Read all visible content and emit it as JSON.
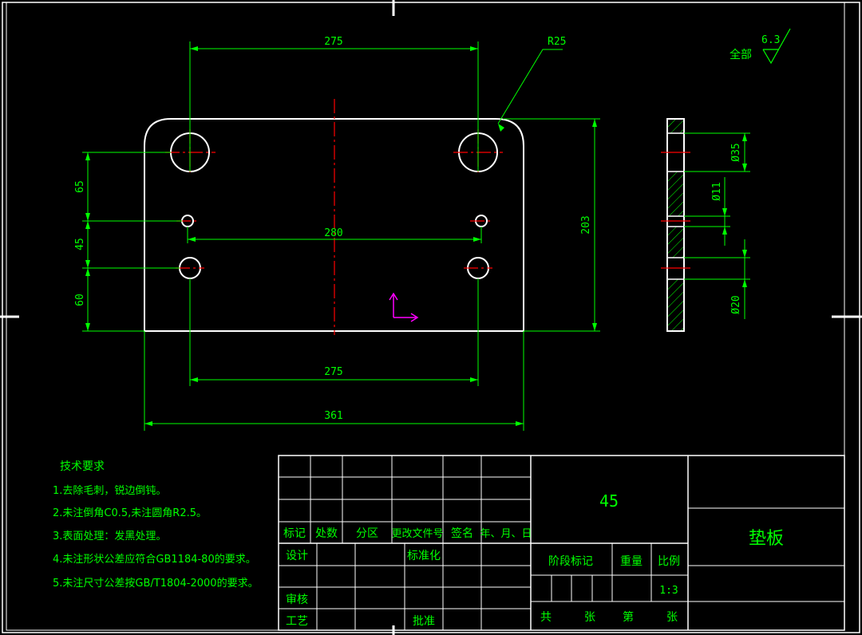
{
  "colors": {
    "background": "#000000",
    "outline": "#ffffff",
    "dimension": "#00ff00",
    "centerline": "#ff0000",
    "axis": "#ff00ff",
    "title_text": "#00ff00"
  },
  "dimensions": {
    "top_hole_spacing": "275",
    "corner_radius": "R25",
    "mid_hole_spacing": "280",
    "bottom_hole_spacing": "275",
    "overall_width": "361",
    "overall_height": "203",
    "left_dim_1": "65",
    "left_dim_2": "45",
    "left_dim_3": "60",
    "section_dia_1": "Ø35",
    "section_dia_2": "Ø11",
    "section_dia_3": "Ø20"
  },
  "surface_finish": {
    "label": "全部",
    "value": "6.3"
  },
  "tech_requirements": {
    "title": "技术要求",
    "items": [
      "1.去除毛刺，锐边倒钝。",
      "2.未注倒角C0.5,未注圆角R2.5。",
      "3.表面处理：发黑处理。",
      "4.未注形状公差应符合GB1184-80的要求。",
      "5.未注尺寸公差按GB/T1804-2000的要求。"
    ]
  },
  "title_block": {
    "material": "45",
    "part_name": "垫板",
    "revision_headers": [
      "标记",
      "处数",
      "分区",
      "更改文件号",
      "签名",
      "年、月、日"
    ],
    "design": "设计",
    "standardization": "标准化",
    "review": "审核",
    "process": "工艺",
    "approve": "批准",
    "stage_mark": "阶段标记",
    "weight": "重量",
    "scale_label": "比例",
    "scale_value": "1:3",
    "sheet_total": "共",
    "sheet_unit_1": "张",
    "sheet_no": "第",
    "sheet_unit_2": "张"
  }
}
